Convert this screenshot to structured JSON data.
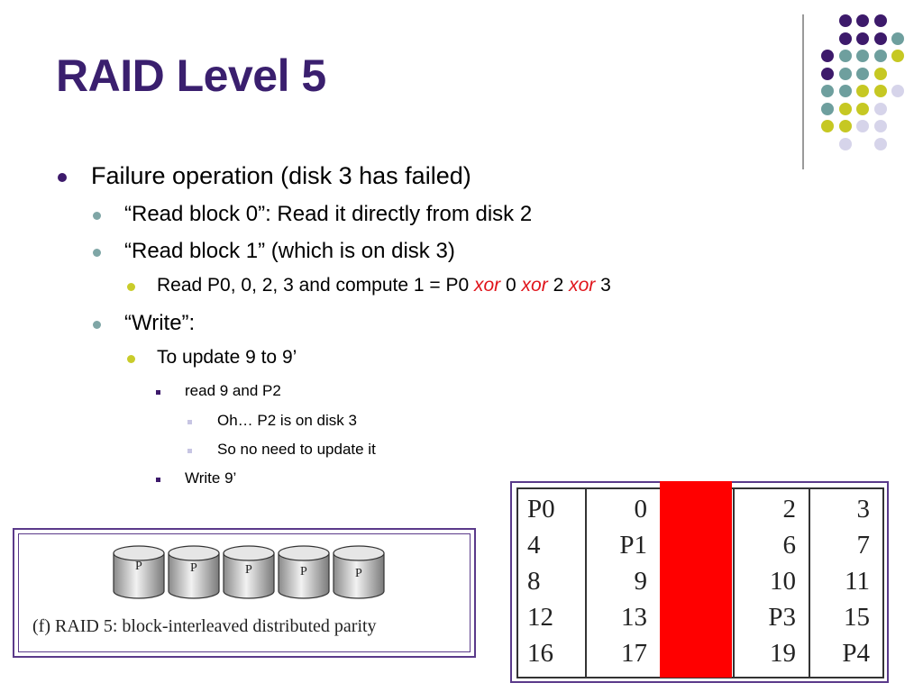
{
  "slide": {
    "title": "RAID Level 5"
  },
  "decoration": {
    "colors": {
      "purple": "#3d1a6b",
      "teal": "#6e9f9e",
      "yellow": "#c6c823",
      "lavender": "#d6d4ea"
    }
  },
  "bullets": [
    {
      "level": 1,
      "text": "Failure operation (disk 3 has failed)"
    },
    {
      "level": 2,
      "text": "“Read block 0”: Read it directly from disk 2"
    },
    {
      "level": 2,
      "text": "“Read block 1” (which is on disk 3)"
    },
    {
      "level": 3,
      "parts": [
        "Read P0, 0, 2, 3 and compute 1 = P0 ",
        "xor",
        " 0 ",
        "xor",
        " 2 ",
        "xor",
        " 3"
      ]
    },
    {
      "level": 2,
      "text": "“Write”:"
    },
    {
      "level": 3,
      "text": "To update 9 to 9’"
    },
    {
      "level": 4,
      "text": "read 9 and P2"
    },
    {
      "level": 5,
      "text": "Oh… P2 is on disk 3"
    },
    {
      "level": 5,
      "text": "So no need to update it"
    },
    {
      "level": 4,
      "text": "Write 9’"
    }
  ],
  "raid_figure": {
    "disk_labels": [
      "P",
      "P",
      "P",
      "P",
      "P"
    ],
    "caption": "(f) RAID 5: block-interleaved distributed parity"
  },
  "block_table": {
    "columns": [
      [
        "P0",
        "4",
        "8",
        "12",
        "16"
      ],
      [
        "0",
        "P1",
        "9",
        "13",
        "17"
      ],
      [
        "",
        "",
        "",
        "",
        ""
      ],
      [
        "2",
        "6",
        "10",
        "P3",
        "19"
      ],
      [
        "3",
        "7",
        "11",
        "15",
        "P4"
      ]
    ],
    "failed_column_color": "#ff0000"
  }
}
